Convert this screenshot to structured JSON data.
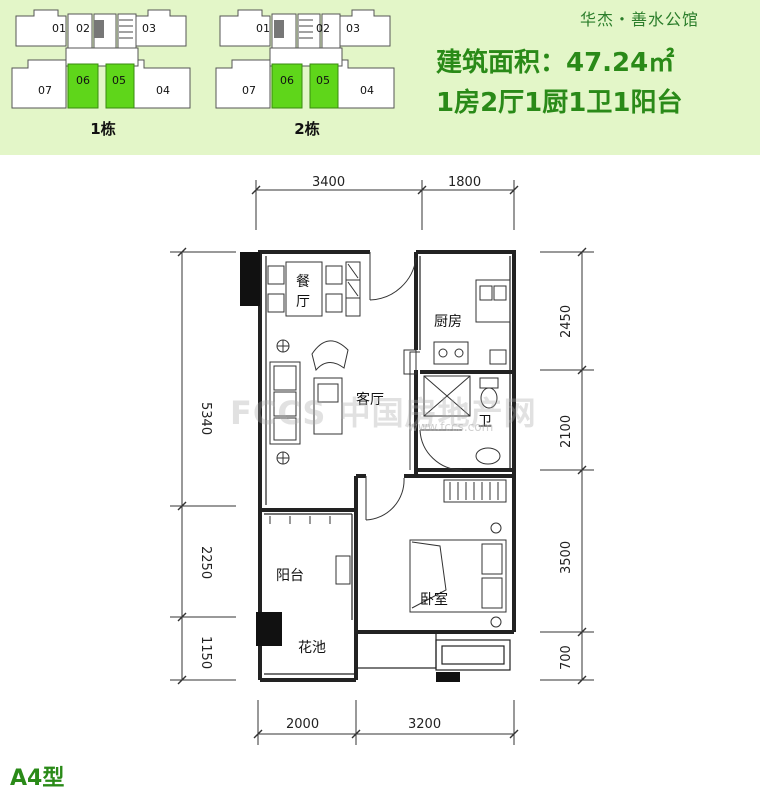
{
  "header": {
    "brand": "华杰・善水公馆",
    "area_text": "建筑面积：47.24㎡",
    "layout_text": "1房2厅1厨1卫1阳台"
  },
  "keyplans": [
    {
      "label": "1栋",
      "units": [
        "01",
        "02",
        "03",
        "04",
        "05",
        "06",
        "07"
      ],
      "highlight": [
        "05",
        "06"
      ]
    },
    {
      "label": "2栋",
      "units": [
        "01",
        "02",
        "03",
        "04",
        "05",
        "06",
        "07"
      ],
      "highlight": [
        "05",
        "06"
      ]
    }
  ],
  "colors": {
    "header_bg": "#e3f6c8",
    "highlight": "#5fd61a",
    "title_green": "#2a8a18"
  },
  "plan": {
    "type_label": "A4型",
    "rooms": {
      "dining": "餐厅",
      "living": "客厅",
      "kitchen": "厨房",
      "bath": "卫",
      "balcony": "阳台",
      "bedroom": "卧室",
      "garden": "花池"
    },
    "dims": {
      "top": [
        "3400",
        "1800"
      ],
      "bottom": [
        "2000",
        "3200"
      ],
      "left": [
        "5340",
        "2250",
        "1150"
      ],
      "right": [
        "2450",
        "2100",
        "3500",
        "700"
      ]
    }
  },
  "watermark": {
    "main": "FCCS 中国房地产网",
    "sub": "www.fccs.com"
  }
}
